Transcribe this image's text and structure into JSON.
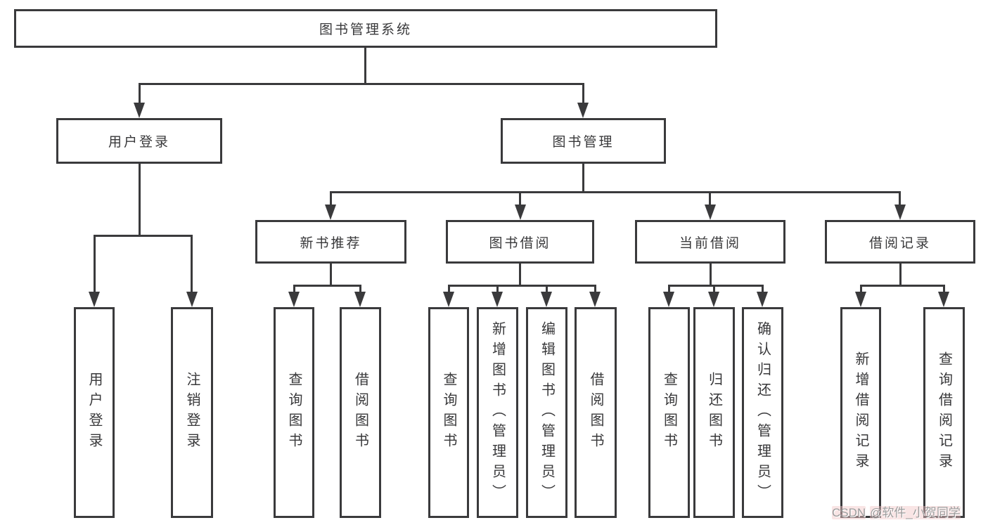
{
  "diagram": {
    "root": {
      "label": "图书管理系统"
    },
    "level2": [
      {
        "label": "用户登录"
      },
      {
        "label": "图书管理"
      }
    ],
    "level3": [
      {
        "label": "新书推荐"
      },
      {
        "label": "图书借阅"
      },
      {
        "label": "当前借阅"
      },
      {
        "label": "借阅记录"
      }
    ],
    "leaves": {
      "user_login": [
        "用户登录",
        "注销登录"
      ],
      "new_book_recommend": [
        "查询图书",
        "借阅图书"
      ],
      "book_borrow": [
        "查询图书",
        "新增图书（管理员）",
        "编辑图书（管理员）",
        "借阅图书"
      ],
      "current_borrow": [
        "查询图书",
        "归还图书",
        "确认归还（管理员）"
      ],
      "borrow_record": [
        "新增借阅记录",
        "查询借阅记录"
      ]
    }
  },
  "watermark": {
    "prefix": "CSDN",
    "handle": "@软件_小贺同学"
  },
  "colors": {
    "line": "#3a3a3c",
    "text": "#38383a",
    "background": "#ffffff",
    "watermark": "#9c9c9c"
  }
}
